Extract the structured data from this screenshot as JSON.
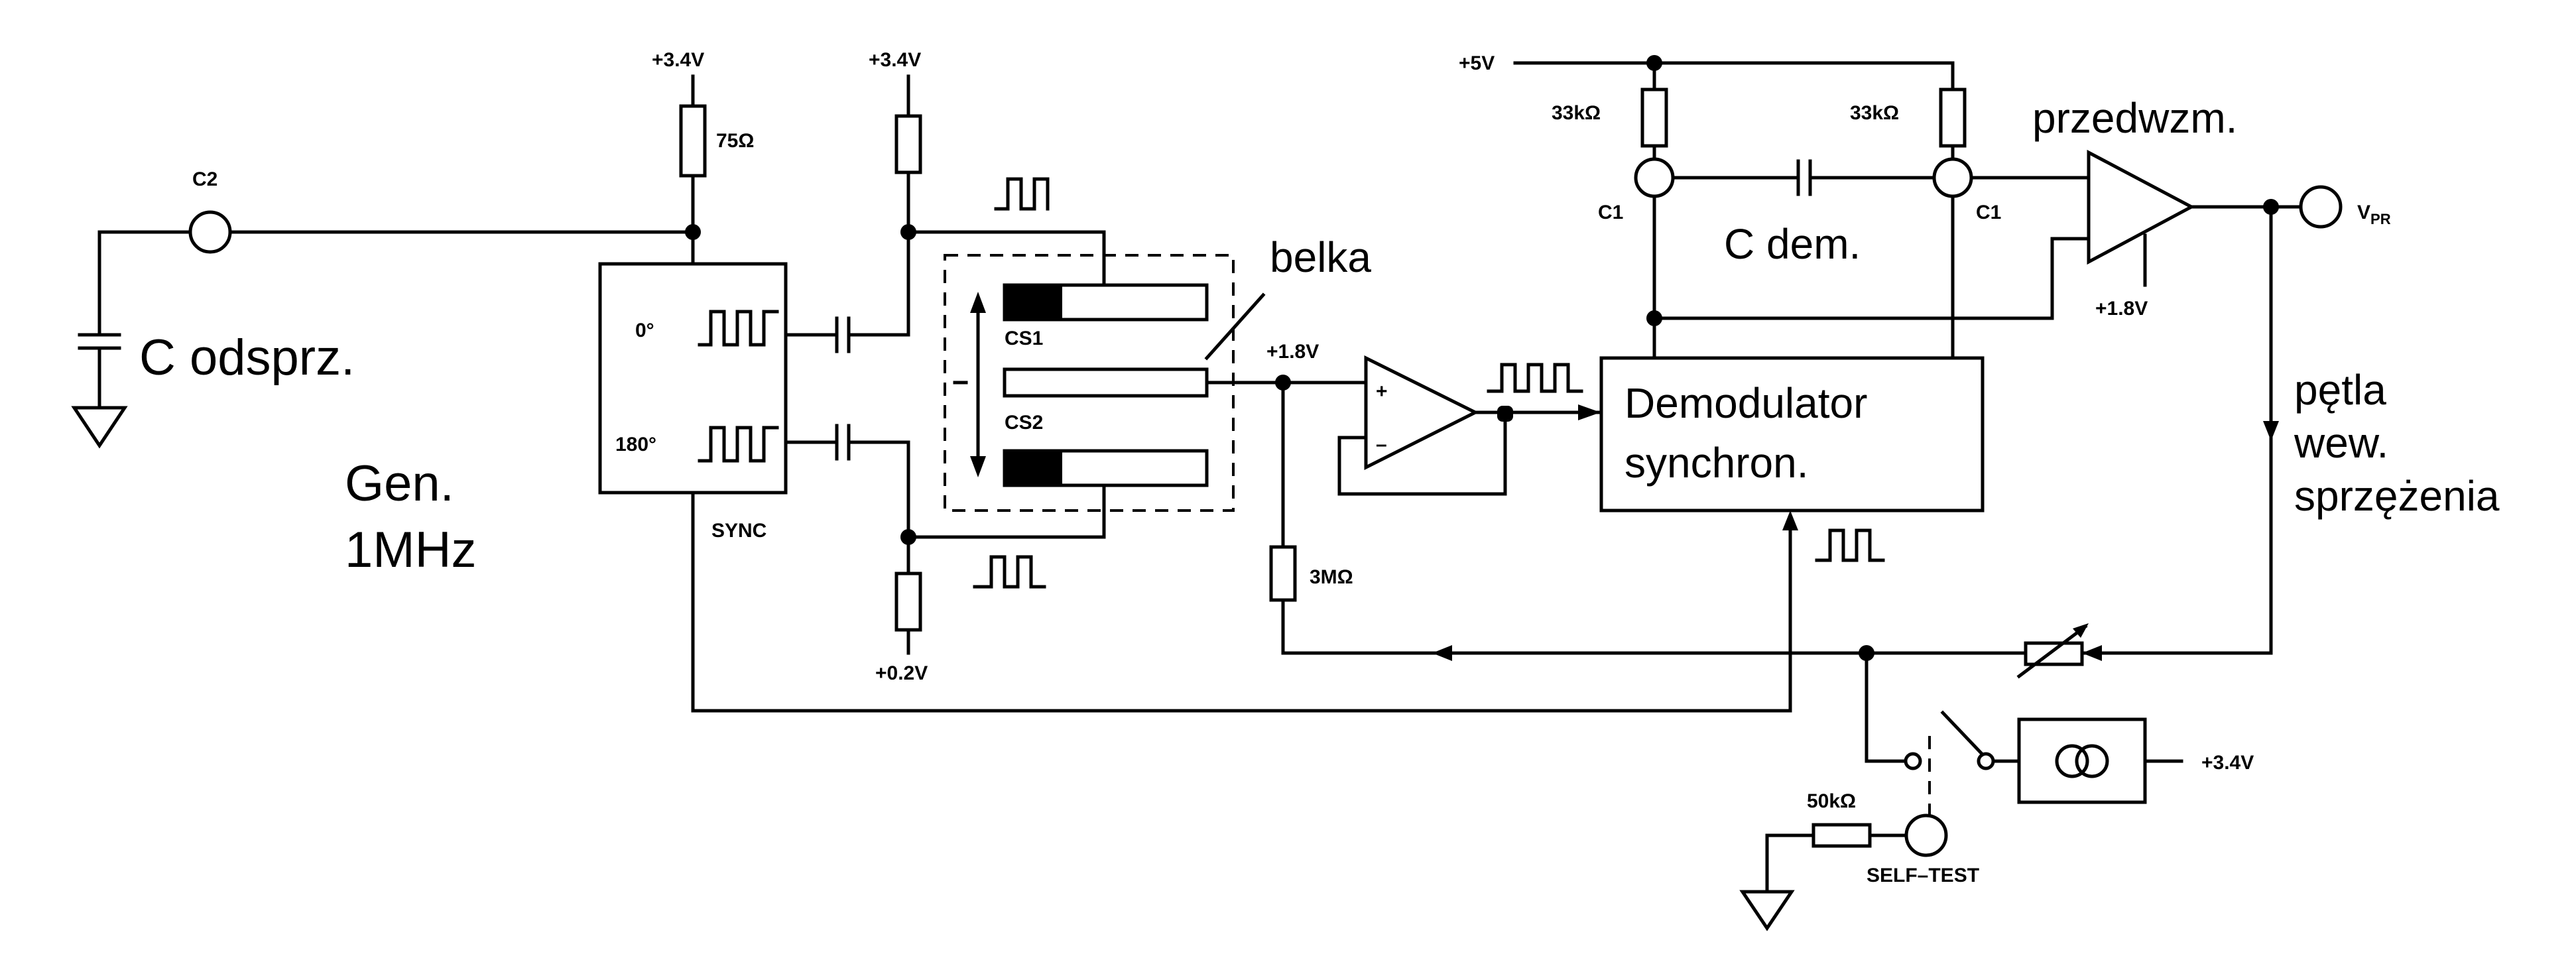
{
  "supply": {
    "v34": "+3.4V",
    "v5": "+5V",
    "v18": "+1.8V",
    "v02": "+0.2V"
  },
  "components": {
    "r75": "75Ω",
    "r33a": "33kΩ",
    "r33b": "33kΩ",
    "r3m": "3MΩ",
    "r50k": "50kΩ"
  },
  "labels": {
    "c2": "C2",
    "c_odsprz": "C odsprz.",
    "gen_line1": "Gen.",
    "gen_line2": "1MHz",
    "deg0": "0°",
    "deg180": "180°",
    "sync": "SYNC",
    "belka": "belka",
    "cs1": "CS1",
    "cs2": "CS2",
    "c1_left": "C1",
    "c1_right": "C1",
    "c_dem": "C dem.",
    "przedwzm": "przedwzm.",
    "vpr_main": "V",
    "vpr_sub": "PR",
    "demod_line1": "Demodulator",
    "demod_line2": "synchron.",
    "petla_line1": "pętla",
    "petla_line2": "wew.",
    "petla_line3": "sprzężenia",
    "self_test": "SELF–TEST",
    "plus": "+",
    "minus": "–"
  },
  "icons": [
    "resistor",
    "capacitor",
    "ground",
    "op-amp",
    "switch",
    "current-source",
    "variable-resistor",
    "terminal"
  ]
}
